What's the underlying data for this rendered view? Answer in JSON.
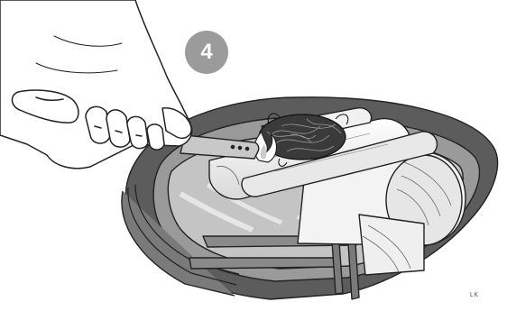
{
  "step": {
    "number": "4"
  },
  "signature": "LK",
  "colors": {
    "badge": "#9b9b9b",
    "outline": "#222222",
    "bowl_dark": "#6e6e6e",
    "bowl_mid": "#9a9a9a",
    "bowl_light": "#d6d6d6",
    "wood": "#f2f2f2",
    "wood_shade": "#d8d8d8",
    "skin": "#ffffff",
    "lighter_body": "#bdbdbd",
    "tinder": "#3a3a3a"
  },
  "illustration": {
    "subject": "hand-lighting-tinder-on-firewood-in-fire-bowl",
    "icons": [
      "hand-icon",
      "lighter-icon",
      "flame-icon",
      "tinder-bundle-icon",
      "firewood-log-icon",
      "fire-bowl-icon"
    ]
  }
}
